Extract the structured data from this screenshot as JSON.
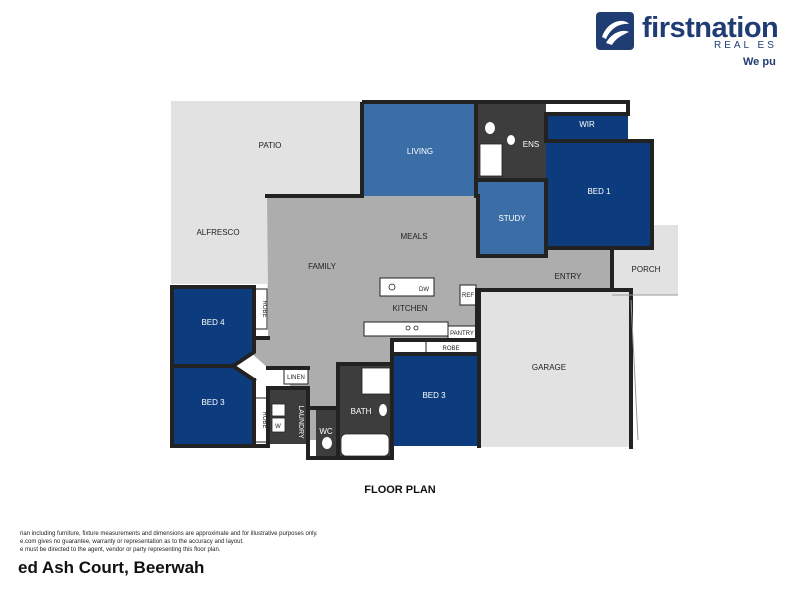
{
  "brand": {
    "name": "firstnation",
    "sub": "REAL ES",
    "tagline": "We pu",
    "colors": {
      "navy": "#1f3c73",
      "bedroom": "#0d3c7e",
      "living": "#3b6ea7"
    }
  },
  "rooms": {
    "patio": "PATIO",
    "alfresco": "ALFRESCO",
    "living": "LIVING",
    "ens": "ENS",
    "wir": "WIR",
    "bed1": "BED 1",
    "study": "STUDY",
    "meals": "MEALS",
    "family": "FAMILY",
    "kitchen": "KITCHEN",
    "dw": "DW",
    "ref": "REF",
    "pantry": "PANTRY",
    "entry": "ENTRY",
    "porch": "PORCH",
    "garage": "GARAGE",
    "bed4": "BED 4",
    "robe4": "ROBE",
    "bed3_left": "BED 3",
    "robe3_left": "ROBE",
    "linen": "LINEN",
    "laundry": "LAUNDRY",
    "w": "W",
    "wc": "WC",
    "bath": "BATH",
    "bed3_right": "BED 3",
    "robe3_right": "ROBE"
  },
  "plan_title": "FLOOR PLAN",
  "disclaimer": [
    "rian including furniture, fixture measurements and dimensions are approximate and for illustrative purposes only.",
    "e.com gives no guarantee, warranty or representation as to the accuracy and layout.",
    "e must be directed to the agent, vendor or party representing this floor plan."
  ],
  "address": "ed Ash Court, Beerwah"
}
